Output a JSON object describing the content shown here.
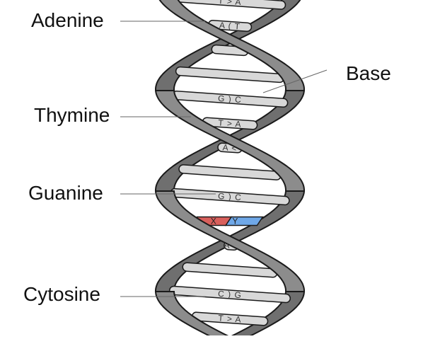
{
  "labels": {
    "adenine": "Adenine",
    "thymine": "Thymine",
    "guanine": "Guanine",
    "cytosine": "Cytosine",
    "base": "Base"
  },
  "pairs": [
    {
      "text": "T > A"
    },
    {
      "text": "A ( T"
    },
    {
      "text": ""
    },
    {
      "text": ""
    },
    {
      "text": "G ) C"
    },
    {
      "text": "T > A"
    },
    {
      "text": "A <"
    },
    {
      "text": ""
    },
    {
      "text": "G ) C"
    },
    {
      "text": "X",
      "text2": "Y",
      "color1": "#d9605c",
      "color2": "#6fa8e8"
    },
    {
      "text": "A <"
    },
    {
      "text": ""
    },
    {
      "text": "C ) G"
    },
    {
      "text": "T > A"
    }
  ],
  "colors": {
    "strand": "#8c8c8c",
    "strand_dark": "#6f6f6f",
    "rung": "#d8d8d8",
    "outline": "#1a1a1a"
  }
}
